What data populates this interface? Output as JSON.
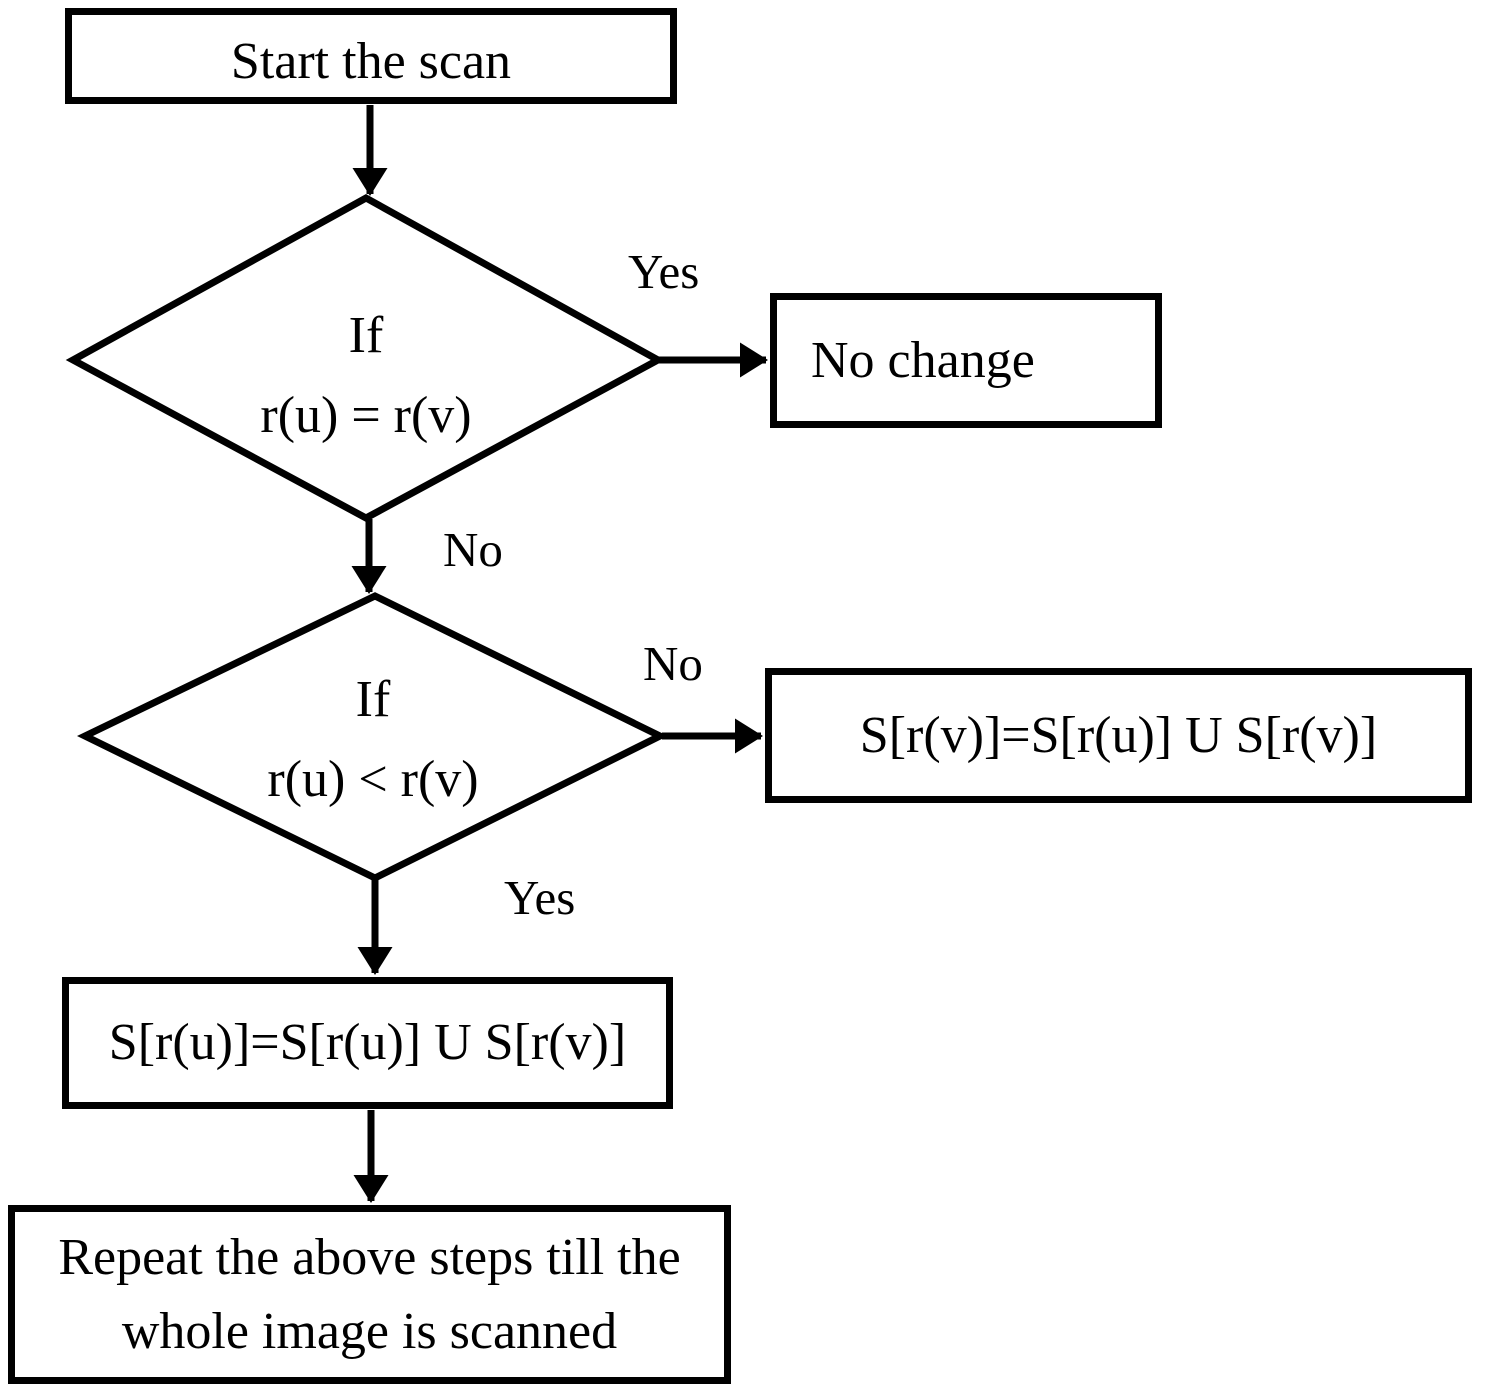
{
  "colors": {
    "line": "#000000",
    "node_fill": "#ffffff",
    "text": "#000000"
  },
  "nodes": {
    "start": {
      "label": "Start the scan"
    },
    "decision1": {
      "line1": "If",
      "line2": "r(u) = r(v)"
    },
    "no_change": {
      "label": "No change"
    },
    "decision2": {
      "line1": "If",
      "line2": "r(u) < r(v)"
    },
    "merge_v": {
      "label": "S[r(v)]=S[r(u)] U S[r(v)]"
    },
    "merge_u": {
      "label": "S[r(u)]=S[r(u)] U S[r(v)]"
    },
    "repeat": {
      "line1": "Repeat the above steps till the",
      "line2": "whole image is scanned"
    }
  },
  "edge_labels": {
    "decision1_yes": "Yes",
    "decision1_no": "No",
    "decision2_no": "No",
    "decision2_yes": "Yes"
  }
}
